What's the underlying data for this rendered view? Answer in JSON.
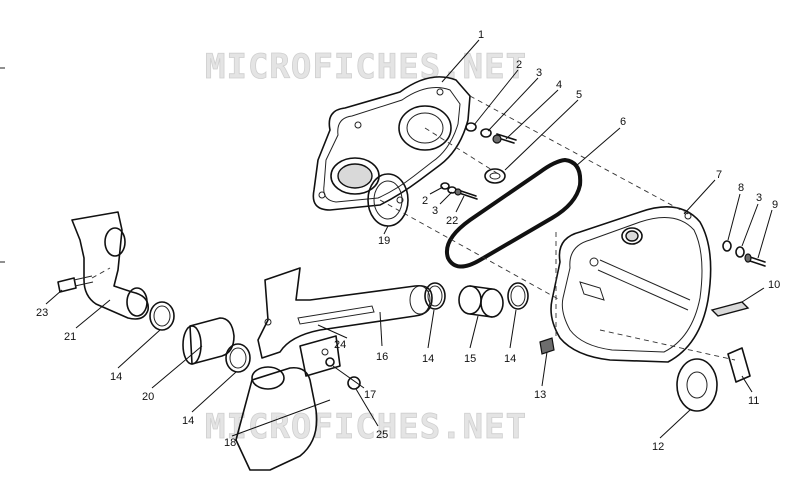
{
  "watermarks": [
    "MICROFICHES.NET",
    "MICROFICHES.NET"
  ],
  "callouts": [
    "1",
    "2",
    "3",
    "4",
    "5",
    "6",
    "7",
    "8",
    "3",
    "9",
    "10",
    "11",
    "12",
    "13",
    "14",
    "15",
    "14",
    "16",
    "24",
    "17",
    "25",
    "18",
    "14",
    "20",
    "14",
    "21",
    "23",
    "19",
    "2",
    "3",
    "22"
  ]
}
